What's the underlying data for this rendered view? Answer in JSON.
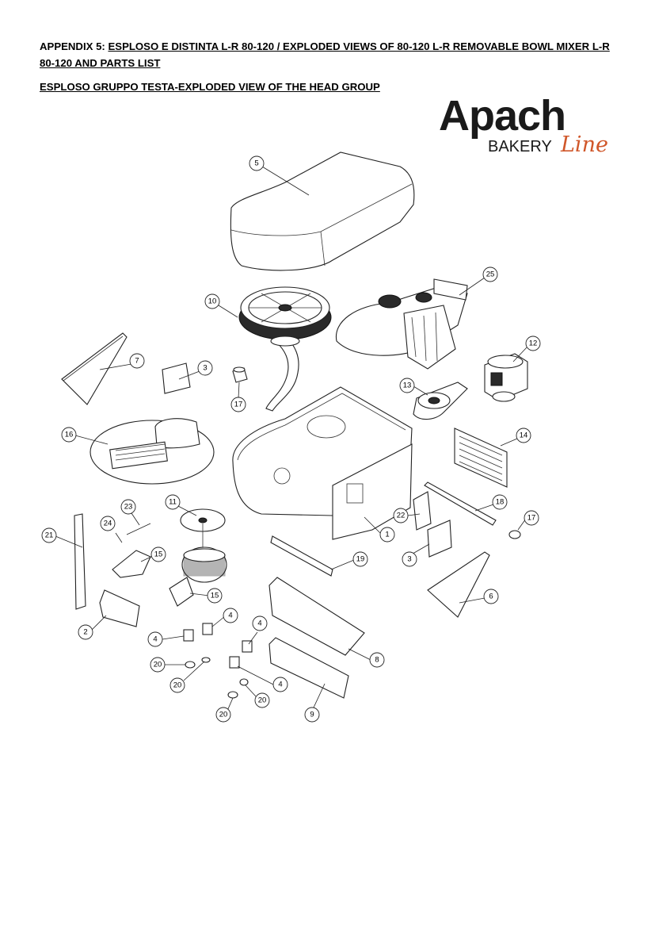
{
  "heading": {
    "prefix": "APPENDIX 5: ",
    "title": "ESPLOSO E DISTINTA L-R 80-120 / EXPLODED VIEWS OF 80-120 L-R REMOVABLE BOWL MIXER L-R 80-120 AND PARTS LIST"
  },
  "subheading": "ESPLOSO GRUPPO TESTA-EXPLODED VIEW OF THE HEAD GROUP",
  "logo": {
    "brand": "Apach",
    "line1": "BAKERY",
    "line2": "Line",
    "accent_color": "#d0572a"
  },
  "callouts": {
    "c5": "5",
    "c25": "25",
    "c10": "10",
    "c12": "12",
    "c7": "7",
    "c3a": "3",
    "c17a": "17",
    "c13": "13",
    "c16": "16",
    "c14": "14",
    "c11": "11",
    "c23": "23",
    "c18": "18",
    "c22": "22",
    "c17b": "17",
    "c24": "24",
    "c21": "21",
    "c1": "1",
    "c15a": "15",
    "c19": "19",
    "c3b": "3",
    "c15b": "15",
    "c6": "6",
    "c4a": "4",
    "c2": "2",
    "c4b": "4",
    "c4c": "4",
    "c8": "8",
    "c20a": "20",
    "c20b": "20",
    "c4d": "4",
    "c20c": "20",
    "c20d": "20",
    "c9": "9"
  }
}
